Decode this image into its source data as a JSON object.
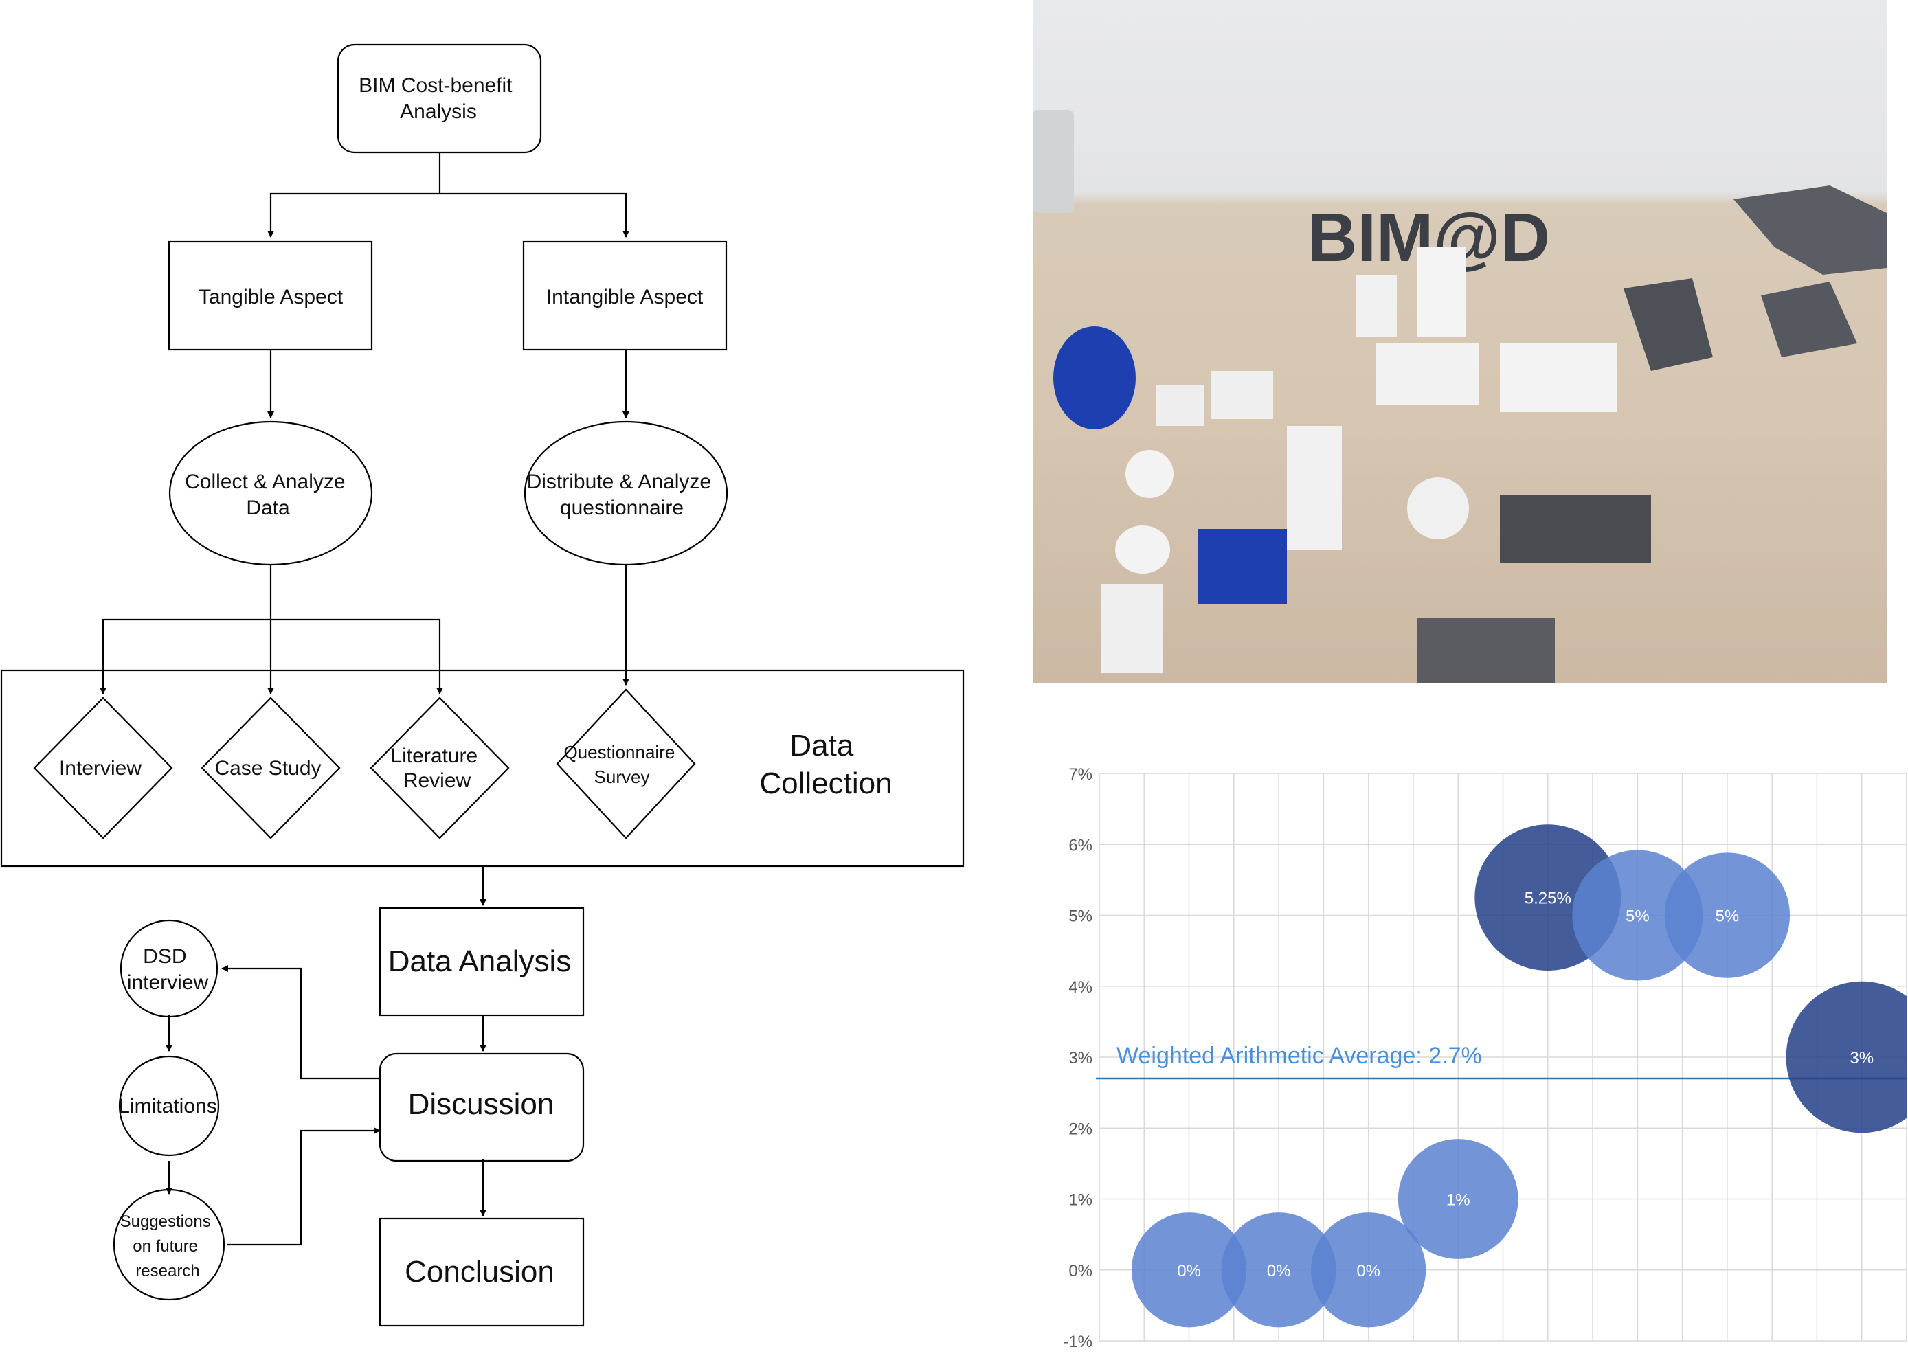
{
  "flowchart": {
    "root": "BIM Cost-benefit Analysis",
    "tangible": "Tangible Aspect",
    "intangible": "Intangible Aspect",
    "collect": "Collect & Analyze Data",
    "distribute": "Distribute & Analyze questionnaire",
    "interview": "Interview",
    "case_study": "Case Study",
    "literature": "Literature Review",
    "questionnaire": "Questionnaire Survey",
    "data_collection": "Data Collection",
    "data_analysis": "Data Analysis",
    "discussion": "Discussion",
    "conclusion": "Conclusion",
    "dsd_interview": "DSD interview",
    "limitations": "Limitations",
    "suggestions": "Suggestions on future research"
  },
  "photo": {
    "logo_text": "BIM@D",
    "colors": {
      "logo": "#3c3f45",
      "blue_part": "#1d3fb0",
      "model": "#f1f1f1",
      "dark_model": "#4a4c52"
    }
  },
  "chart_data": {
    "type": "scatter",
    "ylim": [
      -1,
      7
    ],
    "yticks": [
      "-1%",
      "0%",
      "1%",
      "2%",
      "3%",
      "4%",
      "5%",
      "6%",
      "7%"
    ],
    "xlim": [
      0,
      9
    ],
    "reference_line": {
      "label": "Weighted Arithmetic Average: 2.7%",
      "value": 2.7
    },
    "series": [
      {
        "points": [
          {
            "x": 1,
            "y": 0,
            "size": 1.1,
            "label": "0%",
            "color": "#5b82d1"
          },
          {
            "x": 2,
            "y": 0,
            "size": 1.1,
            "label": "0%",
            "color": "#5b82d1"
          },
          {
            "x": 3,
            "y": 0,
            "size": 1.1,
            "label": "0%",
            "color": "#5b82d1"
          },
          {
            "x": 4,
            "y": 1,
            "size": 1.15,
            "label": "1%",
            "color": "#5b82d1"
          },
          {
            "x": 5,
            "y": 5.25,
            "size": 1.4,
            "label": "5.25%",
            "color": "#233f87"
          },
          {
            "x": 6,
            "y": 5,
            "size": 1.25,
            "label": "5%",
            "color": "#5b82d1"
          },
          {
            "x": 7,
            "y": 5,
            "size": 1.2,
            "label": "5%",
            "color": "#5b82d1"
          },
          {
            "x": 8.5,
            "y": 3,
            "size": 1.45,
            "label": "3%",
            "color": "#233f87"
          }
        ]
      }
    ],
    "colors": {
      "light": "#5b82d1",
      "dark": "#233f87",
      "line": "#2e75b6",
      "grid": "#d9d9d9"
    },
    "grid": true
  }
}
